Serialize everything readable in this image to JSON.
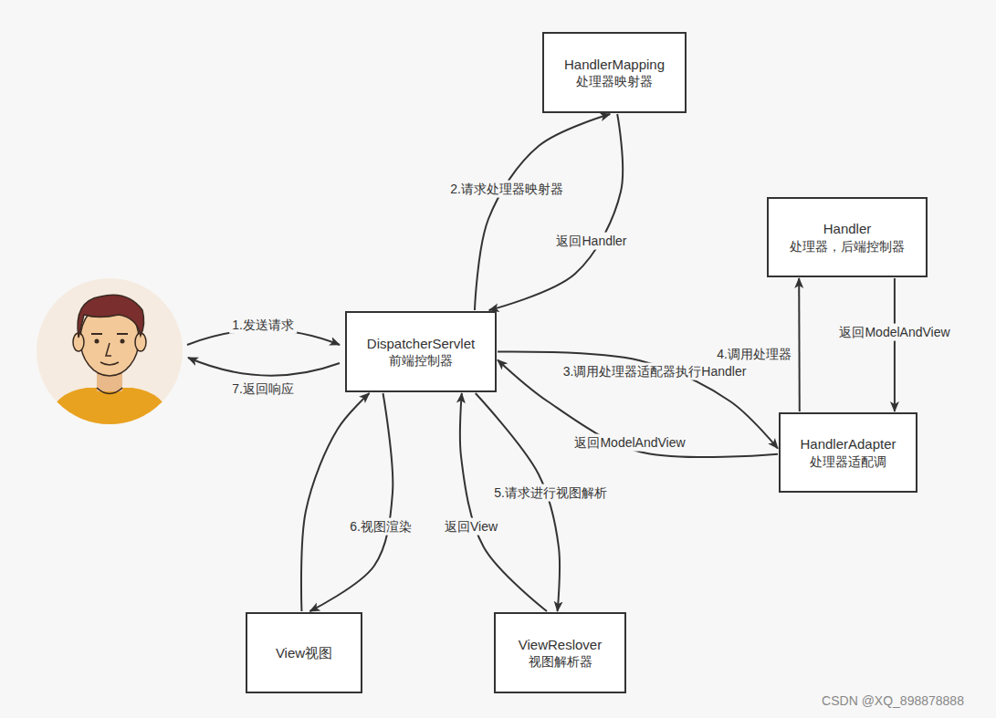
{
  "diagram": {
    "nodes": [
      {
        "text": [
          "HandlerMapping",
          "处理器映射器"
        ]
      },
      {
        "text": [
          "Handler",
          "处理器，后端控制器"
        ]
      },
      {
        "text": [
          "DispatcherServlet",
          "前端控制器"
        ]
      },
      {
        "text": [
          "HandlerAdapter",
          "处理器适配调"
        ]
      },
      {
        "text": [
          "View视图"
        ]
      },
      {
        "text": [
          "ViewReslover",
          "视图解析器"
        ]
      }
    ],
    "edges": [
      {
        "from": 2,
        "to": 0,
        "label": "2.请求处理器映射器",
        "arrow": "to"
      },
      {
        "from": 0,
        "to": 2,
        "label": "返回Handler",
        "arrow": "to"
      },
      {
        "from": 2,
        "to": 3,
        "label": "3.调用处理器适配器执行Handler",
        "arrow": "to"
      },
      {
        "from": 3,
        "to": 2,
        "label": "返回ModelAndView",
        "arrow": "to"
      },
      {
        "from": 3,
        "to": 1,
        "label": "4.调用处理器",
        "arrow": "to"
      },
      {
        "from": 1,
        "to": 3,
        "label": "返回ModelAndView",
        "arrow": "to"
      },
      {
        "from": 2,
        "to": 5,
        "label": "5.请求进行视图解析",
        "arrow": "to"
      },
      {
        "from": 5,
        "to": 2,
        "label": "返回View",
        "arrow": "to"
      },
      {
        "from": 2,
        "to": 4,
        "label": "6.视图渲染",
        "arrow": "to"
      },
      {
        "from": 4,
        "to": 2,
        "arrow": "to"
      }
    ],
    "labels": [
      "1.发送请求",
      "7.返回响应",
      "CSDN @XQ_898878888"
    ]
  }
}
